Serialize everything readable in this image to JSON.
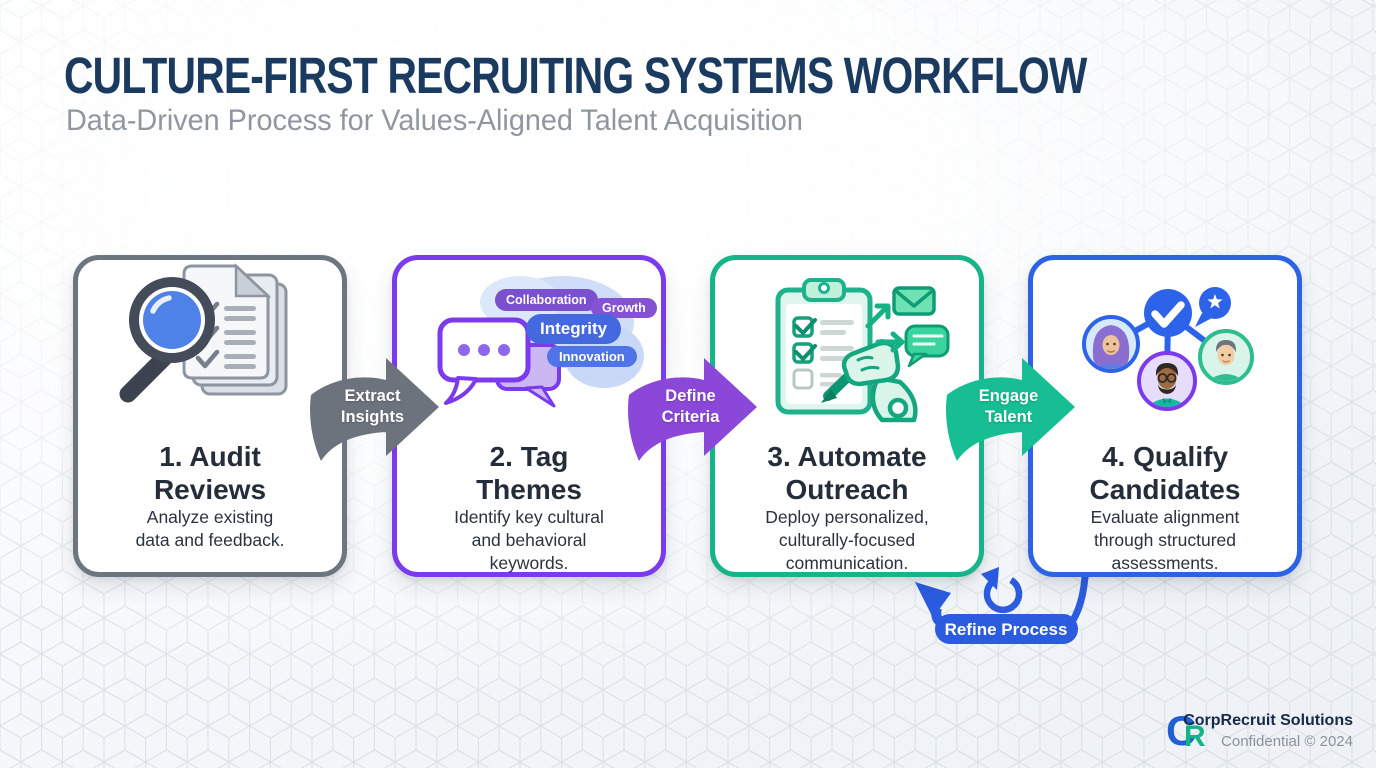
{
  "header": {
    "title": "CULTURE-FIRST RECRUITING SYSTEMS WORKFLOW",
    "subtitle": "Data-Driven Process for Values-Aligned Talent Acquisition"
  },
  "steps": [
    {
      "title": "1. Audit Reviews",
      "title_lines": [
        "1. Audit",
        "Reviews"
      ],
      "description": "Analyze existing data and feedback.",
      "desc_lines": [
        "Analyze existing",
        "data and feedback."
      ],
      "accent_color": "#6d7580",
      "icon": "magnifier-documents-icon"
    },
    {
      "title": "2. Tag Themes",
      "title_lines": [
        "2. Tag",
        "Themes"
      ],
      "description": "Identify key cultural and behavioral keywords.",
      "desc_lines": [
        "Identify key cultural",
        "and behavioral",
        "keywords."
      ],
      "accent_color": "#7c3aed",
      "icon": "speech-bubbles-keyword-cloud-icon",
      "keyword_tags": [
        {
          "label": "Collaboration",
          "color": "#7b50cf"
        },
        {
          "label": "Growth",
          "color": "#8552d3"
        },
        {
          "label": "Integrity",
          "color": "#4468df"
        },
        {
          "label": "Innovation",
          "color": "#4f74e8"
        }
      ]
    },
    {
      "title": "3. Automate Outreach",
      "title_lines": [
        "3. Automate",
        "Outreach"
      ],
      "description": "Deploy personalized, culturally-focused communication.",
      "desc_lines": [
        "Deploy personalized,",
        "culturally-focused",
        "communication."
      ],
      "accent_color": "#17b389",
      "icon": "clipboard-robot-hand-icon"
    },
    {
      "title": "4. Qualify Candidates",
      "title_lines": [
        "4. Qualify",
        "Candidates"
      ],
      "description": "Evaluate alignment through structured assessments.",
      "desc_lines": [
        "Evaluate alignment",
        "through structured",
        "assessments."
      ],
      "accent_color": "#2b63e3",
      "icon": "candidate-avatars-check-icon"
    }
  ],
  "connectors": [
    {
      "label": "Extract Insights",
      "lines": [
        "Extract",
        "Insights"
      ],
      "color": "#6d737d"
    },
    {
      "label": "Define Criteria",
      "lines": [
        "Define",
        "Criteria"
      ],
      "color": "#8b48d8"
    },
    {
      "label": "Engage Talent",
      "lines": [
        "Engage",
        "Talent"
      ],
      "color": "#17bd93"
    }
  ],
  "feedback_loop": {
    "label": "Refine Process",
    "color": "#2b5ce0"
  },
  "footer": {
    "company": "CorpRecruit Solutions",
    "note": "Confidential © 2024",
    "logo_letters": [
      "C",
      "R"
    ]
  }
}
